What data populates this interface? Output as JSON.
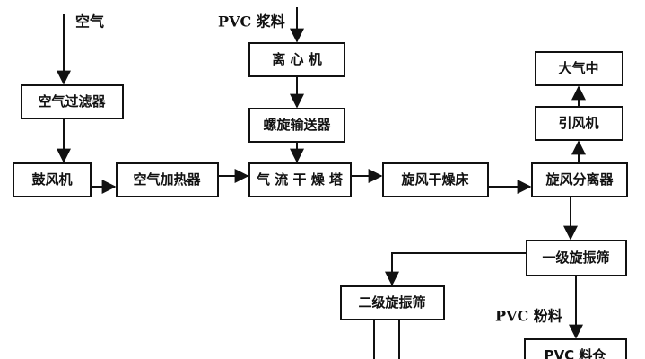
{
  "inputs": {
    "air": "空气",
    "pvc_slurry": "PVC 浆料",
    "pvc_powder": "PVC 粉料"
  },
  "nodes": {
    "air_filter": "空气过滤器",
    "blower": "鼓风机",
    "air_heater": "空气加热器",
    "centrifuge": "离 心 机",
    "screw_conveyor": "螺旋输送器",
    "flash_dryer": "气 流 干 燥 塔",
    "cyclone_dryer_bed": "旋风干燥床",
    "cyclone_separator": "旋风分离器",
    "induced_fan": "引风机",
    "atmosphere": "大气中",
    "primary_screen": "一级旋振筛",
    "secondary_screen": "二级旋振筛",
    "pvc_silo": "PVC  料仓"
  }
}
